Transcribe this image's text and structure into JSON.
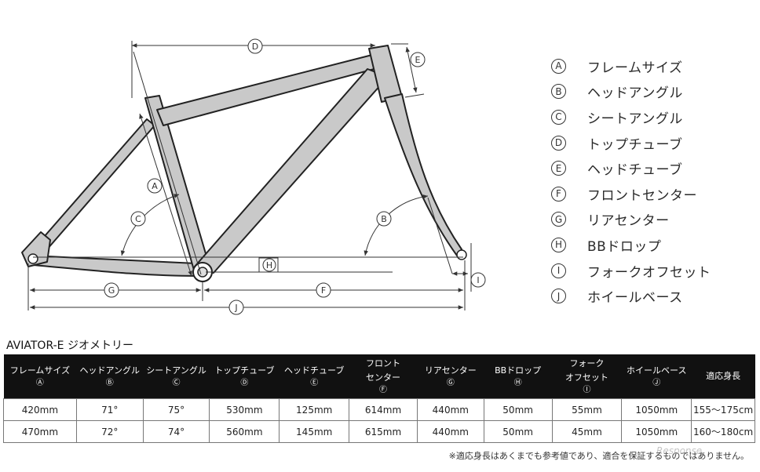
{
  "diagram_labels": {
    "A": "A",
    "B": "B",
    "C": "C",
    "D": "D",
    "E": "E",
    "F": "F",
    "G": "G",
    "H": "H",
    "I": "I",
    "J": "J"
  },
  "legend": [
    {
      "mark": "A",
      "label": "フレームサイズ"
    },
    {
      "mark": "B",
      "label": "ヘッドアングル"
    },
    {
      "mark": "C",
      "label": "シートアングル"
    },
    {
      "mark": "D",
      "label": "トップチューブ"
    },
    {
      "mark": "E",
      "label": "ヘッドチューブ"
    },
    {
      "mark": "F",
      "label": "フロントセンター"
    },
    {
      "mark": "G",
      "label": "リアセンター"
    },
    {
      "mark": "H",
      "label": "BBドロップ"
    },
    {
      "mark": "I",
      "label": "フォークオフセット"
    },
    {
      "mark": "J",
      "label": "ホイールベース"
    }
  ],
  "table": {
    "title": "AVIATOR-E ジオメトリー",
    "headers": [
      {
        "l1": "フレームサイズ",
        "l2": "",
        "mark": "Ⓐ"
      },
      {
        "l1": "ヘッドアングル",
        "l2": "",
        "mark": "Ⓑ"
      },
      {
        "l1": "シートアングル",
        "l2": "",
        "mark": "Ⓒ"
      },
      {
        "l1": "トップチューブ",
        "l2": "",
        "mark": "Ⓓ"
      },
      {
        "l1": "ヘッドチューブ",
        "l2": "",
        "mark": "Ⓔ"
      },
      {
        "l1": "フロント",
        "l2": "センター",
        "mark": "Ⓕ"
      },
      {
        "l1": "リアセンター",
        "l2": "",
        "mark": "Ⓖ"
      },
      {
        "l1": "BBドロップ",
        "l2": "",
        "mark": "Ⓗ"
      },
      {
        "l1": "フォーク",
        "l2": "オフセット",
        "mark": "Ⓘ"
      },
      {
        "l1": "ホイールベース",
        "l2": "",
        "mark": "Ⓙ"
      },
      {
        "l1": "適応身長",
        "l2": "",
        "mark": ""
      }
    ],
    "rows": [
      [
        "420mm",
        "71°",
        "75°",
        "530mm",
        "125mm",
        "614mm",
        "440mm",
        "50mm",
        "55mm",
        "1050mm",
        "155〜175cm"
      ],
      [
        "470mm",
        "72°",
        "74°",
        "560mm",
        "145mm",
        "615mm",
        "440mm",
        "50mm",
        "45mm",
        "1050mm",
        "160〜180cm"
      ]
    ]
  },
  "footnote": "※適応身長はあくまでも参考値であり、適合を保証するものではありません。",
  "watermark": "Response."
}
